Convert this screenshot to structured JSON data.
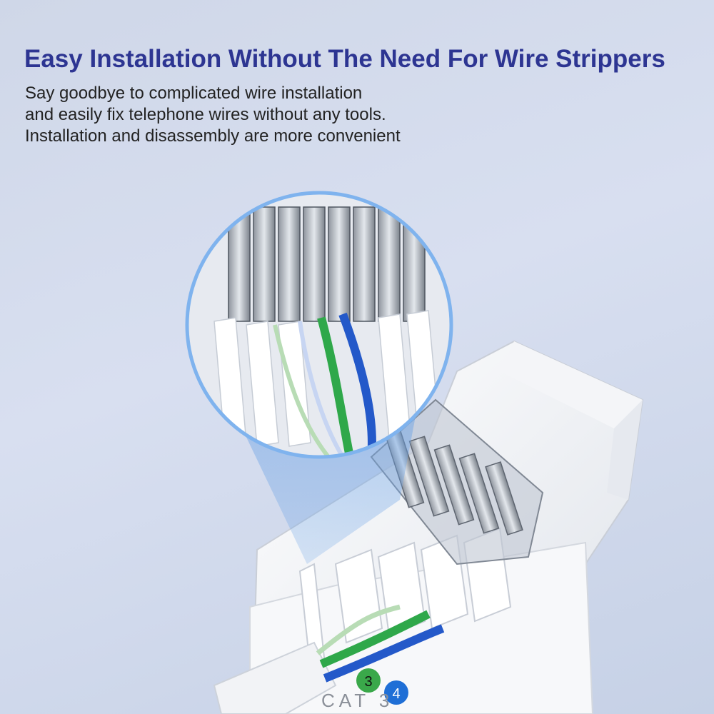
{
  "headline": "Easy Installation Without The Need For Wire Strippers",
  "description": [
    "Say goodbye to complicated wire installation",
    "and easily fix telephone wires without any tools.",
    "Installation and disassembly are more convenient"
  ],
  "product": {
    "badges": [
      {
        "label": "3",
        "color": "#3aa84a"
      },
      {
        "label": "4",
        "color": "#1f6fd6"
      }
    ],
    "print_label": "CAT 3",
    "wire_colors": {
      "green": "#2fa84a",
      "blue": "#2459c9",
      "green_white": "#b8dcb5",
      "blue_white": "#c7d5f2"
    },
    "accent": "#2d3592"
  }
}
